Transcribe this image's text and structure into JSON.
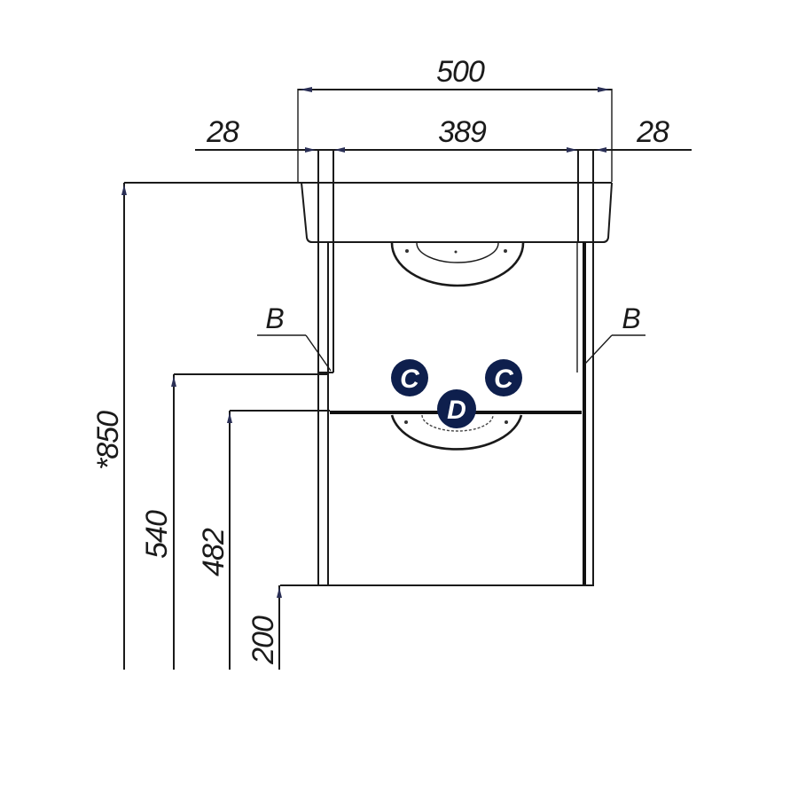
{
  "diagram": {
    "type": "cabinet-front-elevation",
    "line_color": "#1a1a1a",
    "badge_color": "#0e1f4d",
    "badge_text_color": "#ffffff",
    "dimensions": {
      "overall_width": "500",
      "inner_width": "389",
      "left_side_thickness": "28",
      "right_side_thickness": "28",
      "overall_height": "*850",
      "height_1": "540",
      "height_2": "482",
      "height_3": "200"
    },
    "leaders": {
      "left": "B",
      "right": "B"
    },
    "badges": [
      {
        "label": "C",
        "position": "left"
      },
      {
        "label": "C",
        "position": "right"
      },
      {
        "label": "D",
        "position": "center"
      }
    ]
  }
}
